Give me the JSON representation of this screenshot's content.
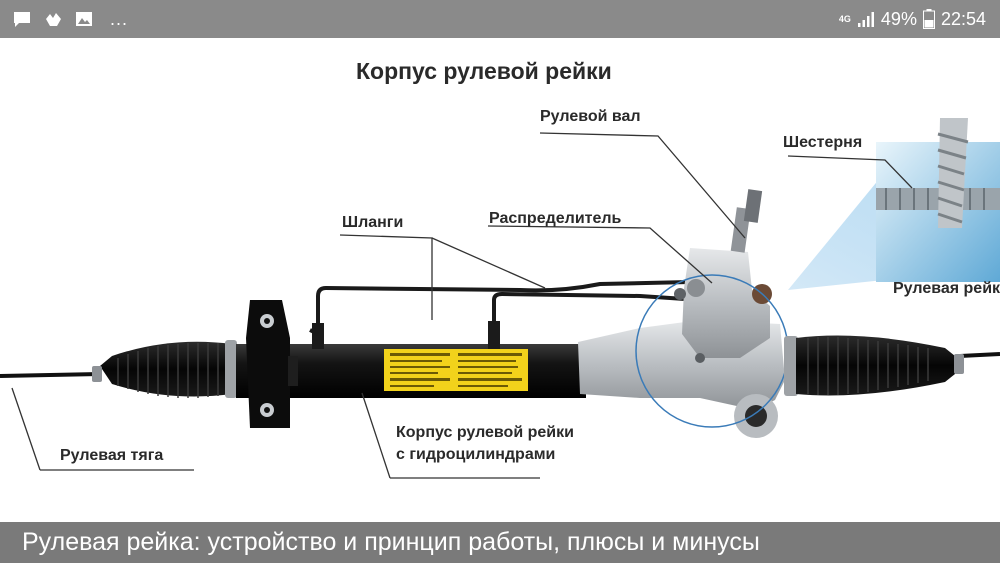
{
  "status_bar": {
    "time": "22:54",
    "battery": "49%",
    "network": "4G",
    "overflow": "...",
    "left_icons": [
      "chat-icon",
      "gesture-icon",
      "image-icon"
    ],
    "right_icons": [
      "signal-icon",
      "battery-icon"
    ]
  },
  "diagram": {
    "title": "Корпус рулевой рейки",
    "labels": {
      "steering_shaft": "Рулевой вал",
      "pinion": "Шестерня",
      "hoses": "Шланги",
      "distributor": "Распределитель",
      "rack": "Рулевая рейка",
      "tie_rod": "Рулевая тяга",
      "housing_line1": "Корпус рулевой рейки",
      "housing_line2": "с гидроцилиндрами"
    }
  },
  "caption": "Рулевая рейка: устройство и принцип работы, плюсы и минусы",
  "colors": {
    "status_bar": "#8a8a8a",
    "caption_bar": "#7a7a7a",
    "housing": "#111111",
    "warning_label": "#f2d21b",
    "boot": "#0a0a0a",
    "aluminum": "#c4c8cc",
    "callout_circle": "#3a7bb8"
  }
}
